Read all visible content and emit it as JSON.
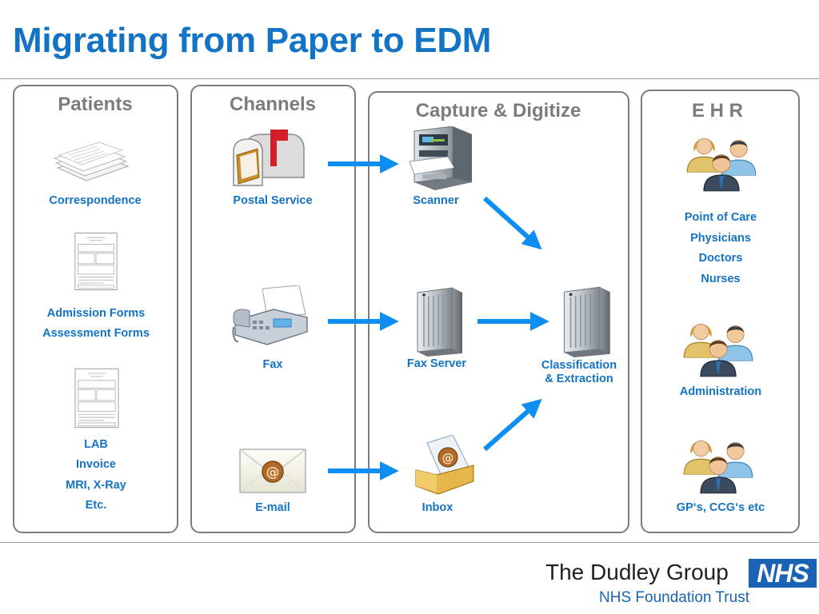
{
  "title": "Migrating from Paper to EDM",
  "panels": {
    "patients": {
      "heading": "Patients",
      "items": [
        "Correspondence",
        "Admission Forms",
        "Assessment Forms",
        "LAB",
        "Invoice",
        "MRI, X-Ray",
        "Etc."
      ]
    },
    "channels": {
      "heading": "Channels",
      "items": [
        "Postal Service",
        "Fax",
        "E-mail"
      ]
    },
    "capture": {
      "heading": "Capture & Digitize",
      "items": [
        "Scanner",
        "Fax Server",
        "Inbox",
        "Classification",
        "& Extraction"
      ]
    },
    "ehr": {
      "heading": "E H R",
      "items": [
        "Point of Care",
        "Physicians",
        "Doctors",
        "Nurses",
        "Administration",
        "GP‘s, CCG‘s etc"
      ]
    }
  },
  "footer": {
    "brand": "The Dudley Group",
    "trust": "NHS Foundation Trust",
    "logo": "NHS"
  },
  "colors": {
    "title": "#1373c5",
    "arrow": "#0e8ef0",
    "panel_border": "#7c7c7c",
    "nhs_blue": "#1a62b3"
  },
  "icons": [
    "paper-stack-icon",
    "form-document-icon",
    "mailbox-icon",
    "fax-machine-icon",
    "envelope-icon",
    "scanner-icon",
    "server-icon",
    "inbox-tray-icon",
    "people-group-icon"
  ]
}
